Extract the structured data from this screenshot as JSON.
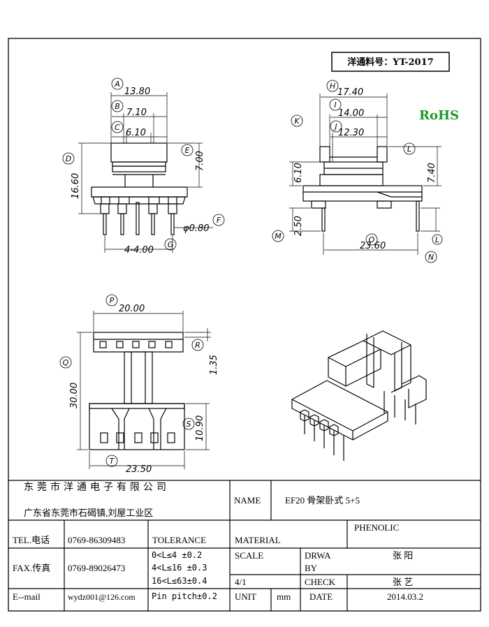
{
  "part_label": "洋通料号：YT-2017",
  "rohs": "RoHS",
  "rohs_color": "#1a9a2a",
  "front_view": {
    "dims": [
      "13.80",
      "7.10",
      "6.10",
      "16.60",
      "7.00",
      "φ0.80",
      "4-4.00"
    ],
    "labels": [
      "A",
      "B",
      "C",
      "D",
      "E",
      "F",
      "G"
    ]
  },
  "side_view": {
    "dims": [
      "17.40",
      "14.00",
      "12.30",
      "6.10",
      "7.40",
      "2.50",
      "23.60"
    ],
    "labels": [
      "H",
      "I",
      "J",
      "K",
      "L",
      "M",
      "O",
      "N",
      "L"
    ]
  },
  "top_view": {
    "dims": [
      "20.00",
      "30.00",
      "1.35",
      "10.90",
      "23.50"
    ],
    "labels": [
      "P",
      "Q",
      "R",
      "S",
      "T"
    ]
  },
  "title_block": {
    "company": "东莞市洋通电子有限公司",
    "address": "广东省东莞市石碣镇,刘屋工业区",
    "name_label": "NAME",
    "name_value": "EF20 骨架卧式 5+5",
    "tel_label": "TEL.电话",
    "tel_value": "0769-86309483",
    "fax_label": "FAX.传真",
    "fax_value": "0769-89026473",
    "email_label": "E--mail",
    "email_value": "wydz001@126.com",
    "tolerance_label": "TOLERANCE",
    "tolerances": [
      "0<L≤4  ±0.2",
      "4<L≤16 ±0.3",
      "16<L≤63±0.4",
      "Pin pitch±0.2"
    ],
    "material_label": "MATERIAL",
    "material_value": "PHENOLIC",
    "scale_label": "SCALE",
    "scale_value": "4/1",
    "drawn_label_1": "DRWA",
    "drawn_label_2": "BY",
    "drawn_value": "张 阳",
    "check_label": "CHECK",
    "check_value": "张 艺",
    "unit_label": "UNIT",
    "unit_value": "mm",
    "date_label": "DATE",
    "date_value": "2014.03.2"
  }
}
